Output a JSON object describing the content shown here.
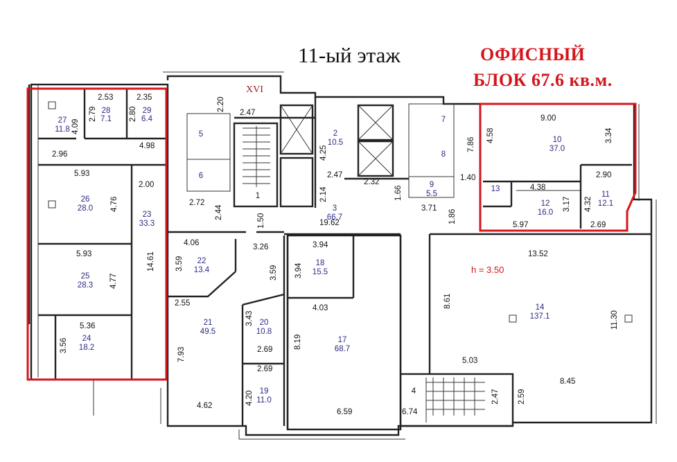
{
  "header": {
    "floor_title": "11-ый этаж",
    "block_line1": "ОФИСНЫЙ",
    "block_line2": "БЛОК 67.6 кв.м."
  },
  "plan": {
    "stair_label": "XVI",
    "ceiling_height": "h = 3.50",
    "accent_color": "#d4161c",
    "label_color": "#2c2a85",
    "rooms": [
      {
        "id": "27",
        "num": "27",
        "area": "11.8"
      },
      {
        "id": "28",
        "num": "28",
        "area": "7.1"
      },
      {
        "id": "29",
        "num": "29",
        "area": "6.4"
      },
      {
        "id": "26",
        "num": "26",
        "area": "28.0"
      },
      {
        "id": "23",
        "num": "23",
        "area": "33.3"
      },
      {
        "id": "25",
        "num": "25",
        "area": "28.3"
      },
      {
        "id": "24",
        "num": "24",
        "area": "18.2"
      },
      {
        "id": "5",
        "num": "5",
        "area": ""
      },
      {
        "id": "6",
        "num": "6",
        "area": ""
      },
      {
        "id": "1",
        "num": "1",
        "area": ""
      },
      {
        "id": "2",
        "num": "2",
        "area": "10.5"
      },
      {
        "id": "3",
        "num": "3",
        "area": "66.7"
      },
      {
        "id": "7",
        "num": "7",
        "area": ""
      },
      {
        "id": "8",
        "num": "8",
        "area": ""
      },
      {
        "id": "9",
        "num": "9",
        "area": "5.5"
      },
      {
        "id": "10",
        "num": "10",
        "area": "37.0"
      },
      {
        "id": "11",
        "num": "11",
        "area": "12.1"
      },
      {
        "id": "12",
        "num": "12",
        "area": "16.0"
      },
      {
        "id": "13",
        "num": "13",
        "area": ""
      },
      {
        "id": "22",
        "num": "22",
        "area": "13.4"
      },
      {
        "id": "21",
        "num": "21",
        "area": "49.5"
      },
      {
        "id": "20",
        "num": "20",
        "area": "10.8"
      },
      {
        "id": "19",
        "num": "19",
        "area": "11.0"
      },
      {
        "id": "18",
        "num": "18",
        "area": "15.5"
      },
      {
        "id": "17",
        "num": "17",
        "area": "68.7"
      },
      {
        "id": "14",
        "num": "14",
        "area": "137.1"
      },
      {
        "id": "4",
        "num": "4",
        "area": ""
      }
    ],
    "dimensions": [
      "2.53",
      "2.35",
      "2.79",
      "2.80",
      "4.09",
      "2.96",
      "4.98",
      "5.93",
      "4.76",
      "2.00",
      "5.93",
      "4.77",
      "14.61",
      "5.36",
      "3.56",
      "2.20",
      "2.47",
      "2.72",
      "2.44",
      "1.50",
      "4.25",
      "2.47",
      "2.14",
      "2.32",
      "1.66",
      "3.71",
      "1.86",
      "7.86",
      "1.40",
      "19.62",
      "4.58",
      "9.00",
      "3.34",
      "2.90",
      "4.38",
      "4.32",
      "3.17",
      "5.97",
      "2.69",
      "4.06",
      "3.26",
      "3.59",
      "3.59",
      "2.55",
      "3.43",
      "2.69",
      "2.69",
      "7.93",
      "4.62",
      "4.20",
      "3.94",
      "3.94",
      "4.03",
      "8.19",
      "6.59",
      "13.52",
      "8.61",
      "11.30",
      "5.03",
      "2.59",
      "8.45",
      "2.47",
      "6.74"
    ]
  }
}
